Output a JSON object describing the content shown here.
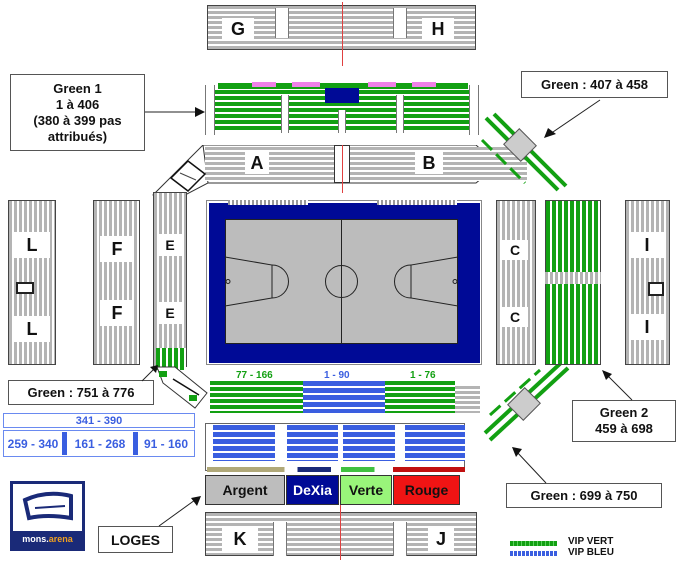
{
  "map": {
    "title": "mons.arena seating plan",
    "court": {
      "floor_color": "#bcbcbc",
      "border_color": "#000a96"
    },
    "sections": {
      "G": "G",
      "H": "H",
      "A": "A",
      "B": "B",
      "L_top": "L",
      "L_bottom": "L",
      "F_top": "F",
      "F_bottom": "F",
      "E_top": "E",
      "E_bottom": "E",
      "C_top": "C",
      "C_bottom": "C",
      "I_top": "I",
      "I_bottom": "I",
      "K": "K",
      "J": "J"
    },
    "lower_tribune_labels": {
      "left": "77 - 166",
      "center": "1 - 90",
      "right": "1 - 76"
    },
    "loges": [
      {
        "label": "Argent",
        "color": "#bdbdbd",
        "text_color": "#111111"
      },
      {
        "label": "DeXia",
        "color": "#000a96",
        "text_color": "#ffffff"
      },
      {
        "label": "Verte",
        "color": "#99f57a",
        "text_color": "#111111"
      },
      {
        "label": "Rouge",
        "color": "#f01414",
        "text_color": "#111111"
      }
    ]
  },
  "callouts": {
    "green1": {
      "line1": "Green 1",
      "line2": "1 à 406",
      "line3": "(380 à 399 pas",
      "line4": "attribués)"
    },
    "green_407": "Green : 407 à 458",
    "green_751": "Green : 751 à 776",
    "green2": {
      "line1": "Green 2",
      "line2": "459 à 698"
    },
    "green_699": "Green : 699 à 750",
    "loges": "LOGES"
  },
  "blue_ranges": {
    "top": "341 - 390",
    "left": "259 - 340",
    "middle": "161 - 268",
    "right": "91 - 160"
  },
  "legend": {
    "vip_vert": {
      "label": "VIP VERT",
      "color": "#12a012"
    },
    "vip_bleu": {
      "label": "VIP BLEU",
      "color": "#3a5ee0"
    }
  },
  "logo": {
    "text_main": "mons.",
    "text_accent": "arena",
    "bg": "#1a2a78",
    "accent": "#f0a020"
  }
}
